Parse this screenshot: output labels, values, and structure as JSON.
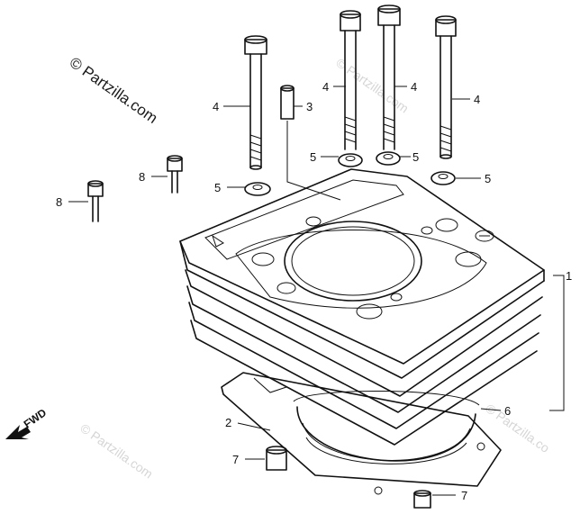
{
  "watermark": {
    "main": "© Partzilla.com",
    "faint_1": "© Partzilla.com",
    "faint_2": "© Partzilla.com",
    "faint_3": "© Partzilla.co"
  },
  "direction_label": "FWD",
  "callouts": {
    "c1": "1",
    "c2": "2",
    "c3": "3",
    "c4a": "4",
    "c4b": "4",
    "c4c": "4",
    "c4d": "4",
    "c5a": "5",
    "c5b": "5",
    "c5c": "5",
    "c5d": "5",
    "c6": "6",
    "c7a": "7",
    "c7b": "7",
    "c8a": "8",
    "c8b": "8"
  }
}
